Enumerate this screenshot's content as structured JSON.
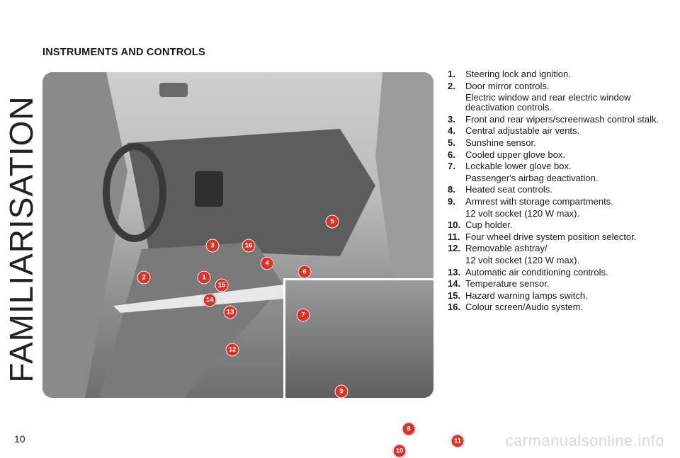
{
  "page": {
    "title": "INSTRUMENTS AND CONTROLS",
    "section": "FAMILIARISATION",
    "page_number": "10",
    "watermark": "carmanualsonline.info"
  },
  "callouts": [
    "5",
    "3",
    "16",
    "4",
    "6",
    "2",
    "1",
    "15",
    "14",
    "13",
    "7",
    "12",
    "9",
    "8",
    "11",
    "10"
  ],
  "items": [
    {
      "num": "1.",
      "text": "Steering lock and ignition."
    },
    {
      "num": "2.",
      "text": "Door mirror controls.",
      "sub": "Electric window and rear electric window deactivation controls."
    },
    {
      "num": "3.",
      "text": "Front and rear wipers/screenwash control stalk."
    },
    {
      "num": "4.",
      "text": "Central adjustable air vents."
    },
    {
      "num": "5.",
      "text": "Sunshine sensor."
    },
    {
      "num": "6.",
      "text": "Cooled upper glove box."
    },
    {
      "num": "7.",
      "text": "Lockable lower glove box.",
      "sub": "Passenger's airbag deactivation."
    },
    {
      "num": "8.",
      "text": "Heated seat controls."
    },
    {
      "num": "9.",
      "text": "Armrest with storage compartments.",
      "sub": "12 volt socket (120 W max)."
    },
    {
      "num": "10.",
      "text": "Cup holder."
    },
    {
      "num": "11.",
      "text": "Four wheel drive system position selector."
    },
    {
      "num": "12.",
      "text": "Removable ashtray/",
      "sub": "12 volt socket (120 W max)."
    },
    {
      "num": "13.",
      "text": "Automatic air conditioning controls."
    },
    {
      "num": "14.",
      "text": "Temperature sensor."
    },
    {
      "num": "15.",
      "text": "Hazard warning lamps switch."
    },
    {
      "num": "16.",
      "text": "Colour screen/Audio system."
    }
  ]
}
